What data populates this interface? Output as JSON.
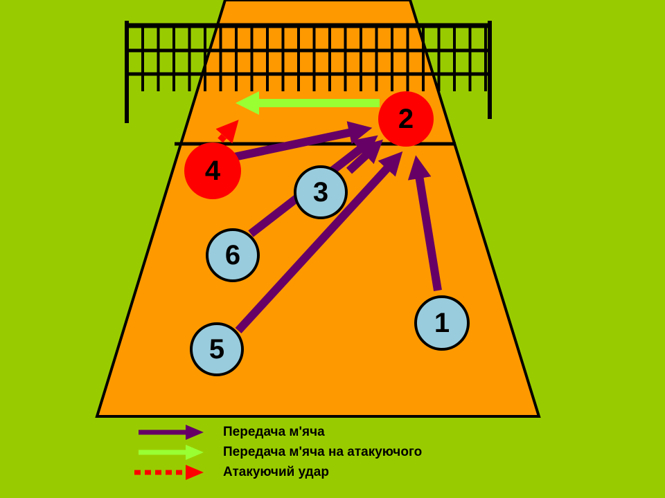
{
  "colors": {
    "background": "#99cc00",
    "court": "#ff9900",
    "court_line": "#000000",
    "net": "#000000",
    "pass": "#660066",
    "setter_pass": "#99ff33",
    "attack": "#ff0000",
    "attacker_player": "#ff0000",
    "other_player": "#99ccdd"
  },
  "players": [
    {
      "number": "1",
      "role": "other"
    },
    {
      "number": "2",
      "role": "attacker"
    },
    {
      "number": "3",
      "role": "other"
    },
    {
      "number": "4",
      "role": "attacker"
    },
    {
      "number": "5",
      "role": "other"
    },
    {
      "number": "6",
      "role": "other"
    }
  ],
  "legend": [
    {
      "label": "Передача м'яча",
      "style": "pass"
    },
    {
      "label": "Передача м'яча на атакуючого",
      "style": "setter_pass"
    },
    {
      "label": "Атакуючий удар",
      "style": "attack"
    }
  ]
}
